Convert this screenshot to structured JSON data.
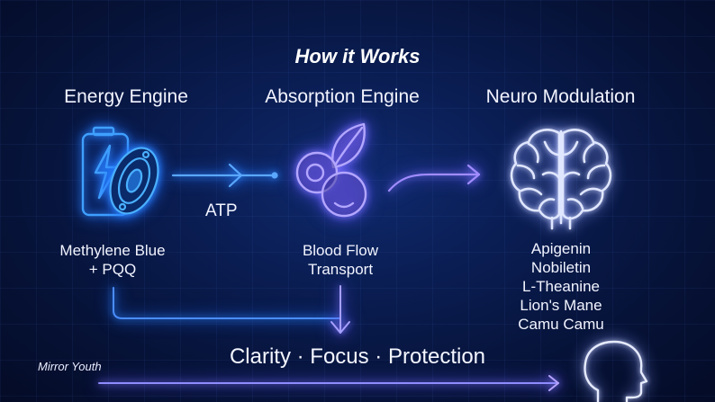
{
  "title": "How it Works",
  "engines": {
    "energy": {
      "heading": "Energy Engine",
      "ingredients": [
        "Methylene Blue",
        "+ PQQ"
      ]
    },
    "absorption": {
      "heading": "Absorption Engine",
      "ingredients": [
        "Blood Flow",
        "Transport"
      ]
    },
    "neuro": {
      "heading": "Neuro Modulation",
      "ingredients": [
        "Apigenin",
        "Nobiletin",
        "L-Theanine",
        "Lion's Mane",
        "Camu Camu"
      ]
    }
  },
  "arrow_label": "ATP",
  "tagline": "Clarity · Focus · Protection",
  "brand": "Mirror Youth",
  "icons": [
    "battery-icon",
    "cell-icon",
    "berries-icon",
    "brain-icon",
    "head-icon"
  ],
  "colors": {
    "background": "#061237",
    "blue_glow": "#2f8cff",
    "purple_glow": "#8a7bff"
  }
}
